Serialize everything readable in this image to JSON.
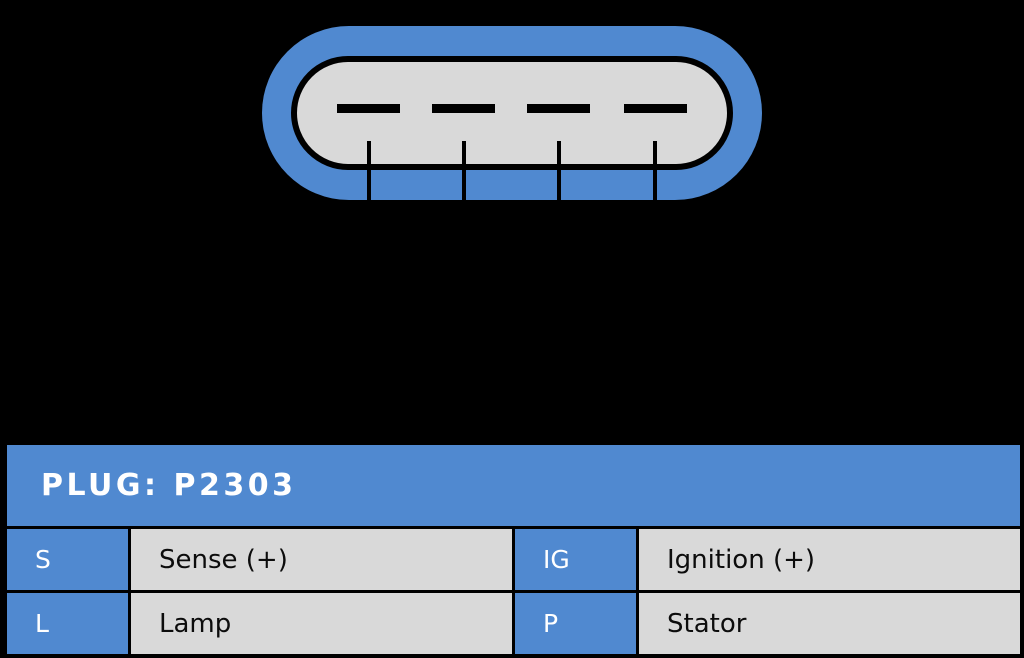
{
  "background_color": "#000000",
  "theme": {
    "accent_blue": "#5089d0",
    "body_gray": "#d9d9d9",
    "outline_black": "#000000",
    "text_white": "#ffffff",
    "text_dark": "#0c0c0c"
  },
  "connector": {
    "name": "connector-illustration",
    "shell_color": "#5089d0",
    "body_color": "#d9d9d9",
    "outline_color": "#000000",
    "pin_count": 4,
    "pin_slot_color": "#000000",
    "leader_line_color": "#000000"
  },
  "table": {
    "header": {
      "label": "PLUG: P2303"
    },
    "rows": [
      {
        "left_code": "S",
        "left_desc": "Sense (+)",
        "right_code": "IG",
        "right_desc": "Ignition (+)"
      },
      {
        "left_code": "L",
        "left_desc": "Lamp",
        "right_code": "P",
        "right_desc": "Stator"
      }
    ]
  }
}
